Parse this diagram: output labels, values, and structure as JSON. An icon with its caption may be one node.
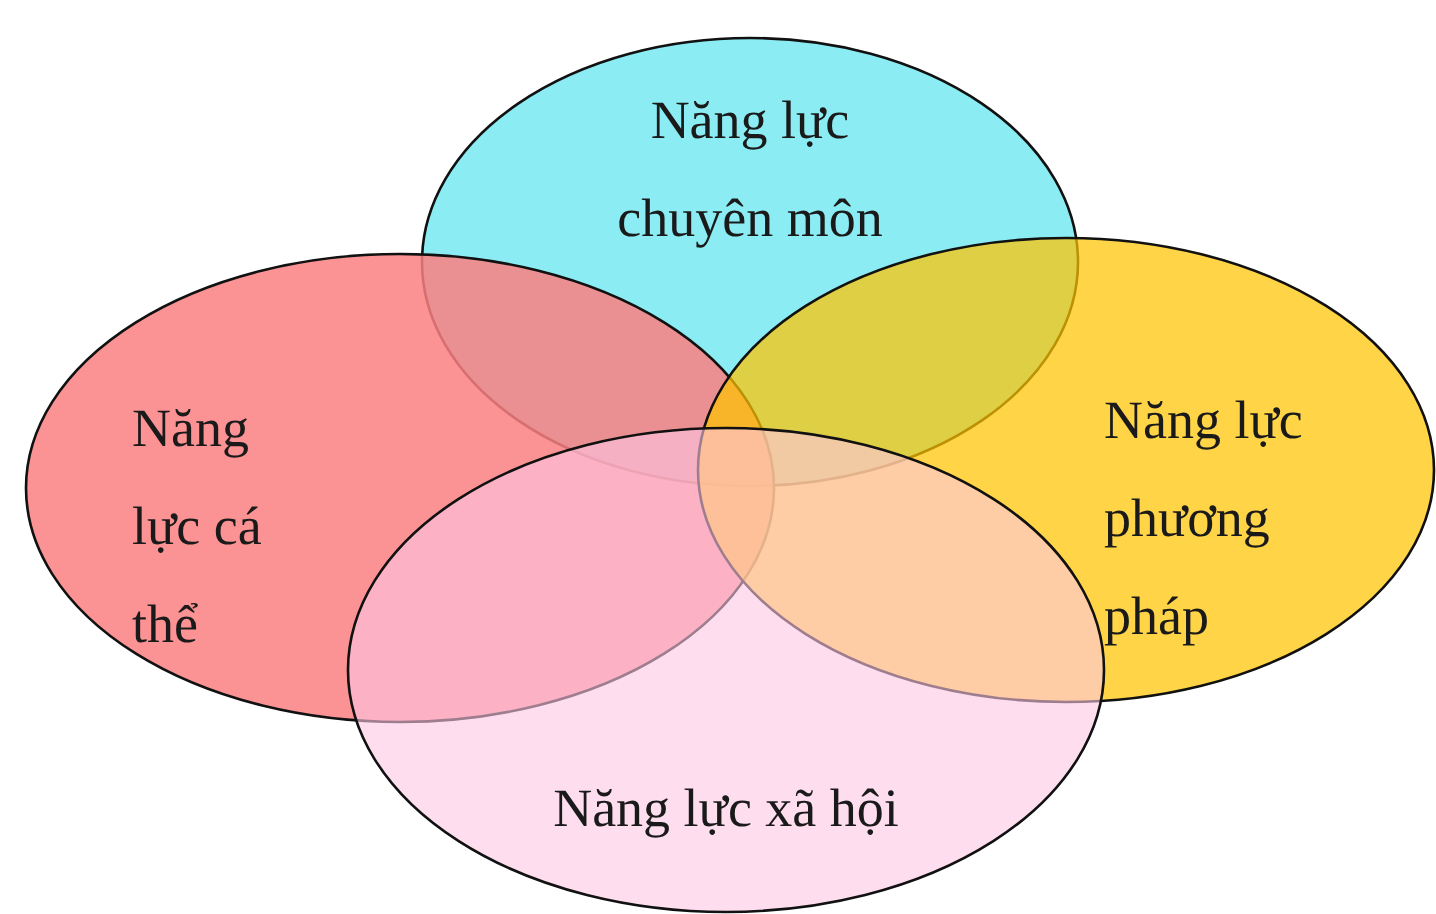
{
  "diagram": {
    "nodes": [
      {
        "text": [
          "Năng lực chuyên môn"
        ]
      },
      {
        "text": [
          "Năng lực cá thể"
        ]
      },
      {
        "text": [
          "Năng lực phương pháp"
        ]
      },
      {
        "text": [
          "Năng lực xã hội"
        ]
      }
    ]
  }
}
